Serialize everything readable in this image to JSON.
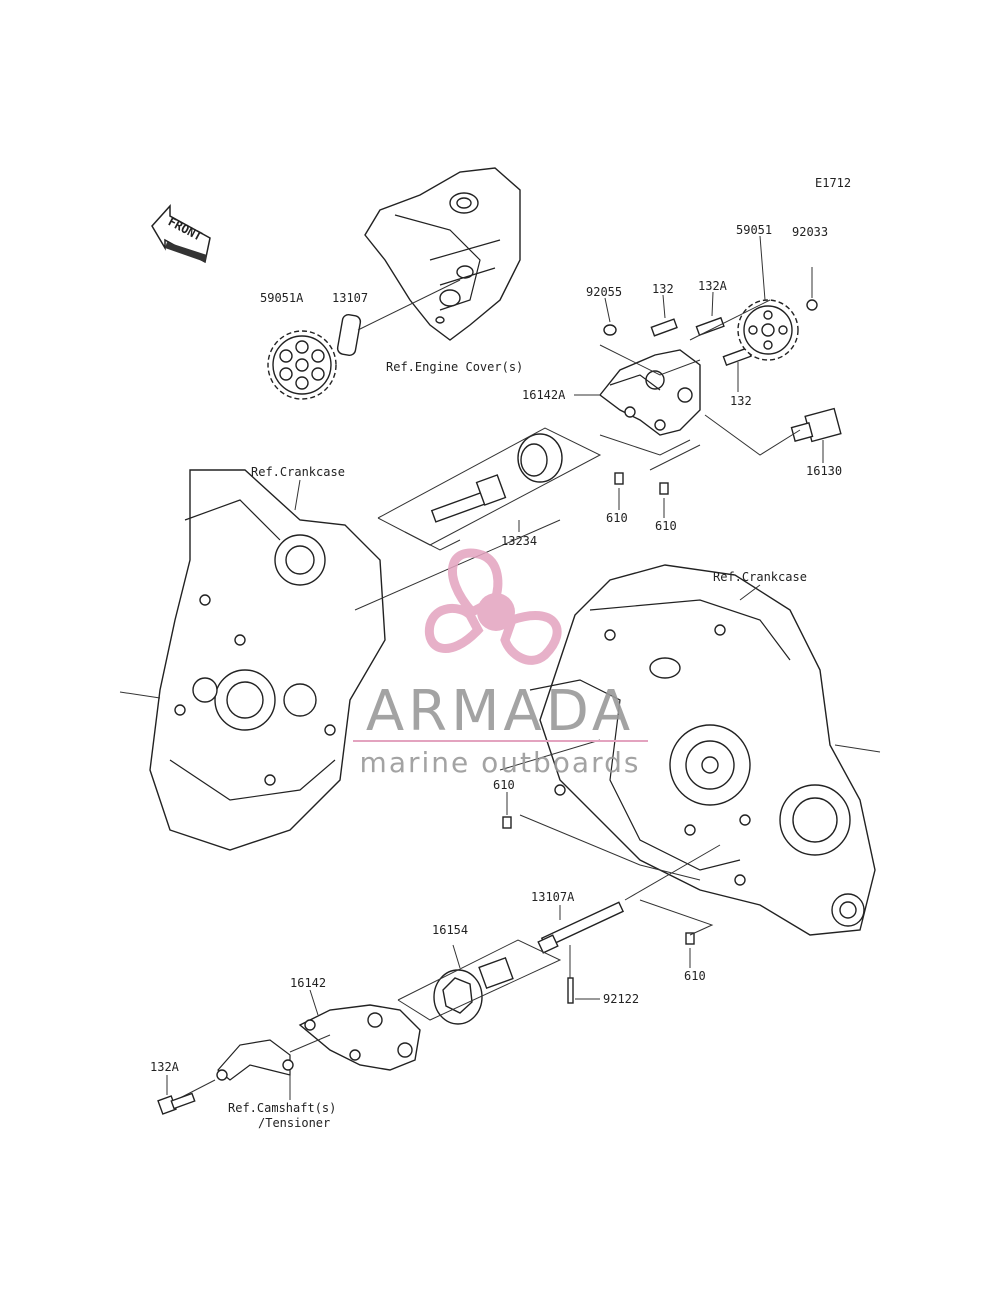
{
  "diagram_code": "E1712",
  "front_arrow_label": "FRONT",
  "labels": {
    "p59051A": "59051A",
    "p13107_top": "13107",
    "ref_engine_cover": "Ref.Engine Cover(s)",
    "p92055": "92055",
    "p132_top": "132",
    "p132A_top": "132A",
    "p59051": "59051",
    "p92033": "92033",
    "p16142A": "16142A",
    "p132_mid": "132",
    "p16130": "16130",
    "ref_crankcase_left": "Ref.Crankcase",
    "p610_a": "610",
    "p610_b": "610",
    "p13234": "13234",
    "ref_crankcase_right": "Ref.Crankcase",
    "p610_c": "610",
    "p13107A": "13107A",
    "p16154": "16154",
    "p16142": "16142",
    "p610_d": "610",
    "p92122": "92122",
    "p132A_bottom": "132A",
    "ref_camshaft_line1": "Ref.Camshaft(s)",
    "ref_camshaft_line2": "/Tensioner"
  },
  "watermark": {
    "brand": "ARMADA",
    "tagline": "marine outboards",
    "logo_color": "#e3a3bf",
    "text_color": "#9a9a9a"
  }
}
